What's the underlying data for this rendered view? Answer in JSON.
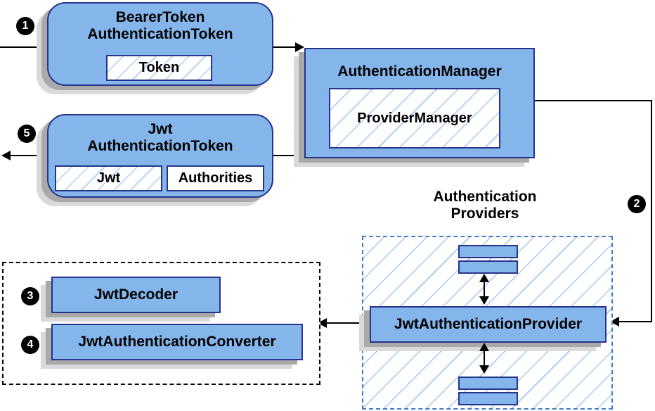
{
  "colors": {
    "node_fill": "#84b6ec",
    "node_border": "#27348b",
    "hatch_line": "#a5c9f0",
    "providers_dash_border": "#3f7cc8",
    "resolver_dash_border": "#000000",
    "shadow_dark": "#a9a9a9",
    "shadow_light": "#d9d9d9",
    "connector": "#000000",
    "badge_bg": "#000000",
    "badge_text": "#ffffff"
  },
  "icons": {
    "arrowhead-right": "css-triangle-right",
    "arrowhead-left": "css-triangle-left",
    "arrowhead-up": "css-triangle-up",
    "arrowhead-down": "css-triangle-down"
  },
  "nodes": {
    "bearer_token": {
      "title": "BearerToken\nAuthenticationToken",
      "chip": "Token"
    },
    "authentication_manager": {
      "title": "AuthenticationManager",
      "inner": "ProviderManager"
    },
    "jwt_authentication_token": {
      "title": "Jwt\nAuthenticationToken",
      "chip_jwt": "Jwt",
      "chip_authorities": "Authorities"
    },
    "authentication_providers": {
      "label": "Authentication\nProviders"
    },
    "jwt_authentication_provider": {
      "title": "JwtAuthenticationProvider"
    },
    "jwt_decoder": {
      "title": "JwtDecoder"
    },
    "jwt_authentication_converter": {
      "title": "JwtAuthenticationConverter"
    }
  },
  "steps": {
    "s1": "1",
    "s2": "2",
    "s3": "3",
    "s4": "4",
    "s5": "5"
  }
}
